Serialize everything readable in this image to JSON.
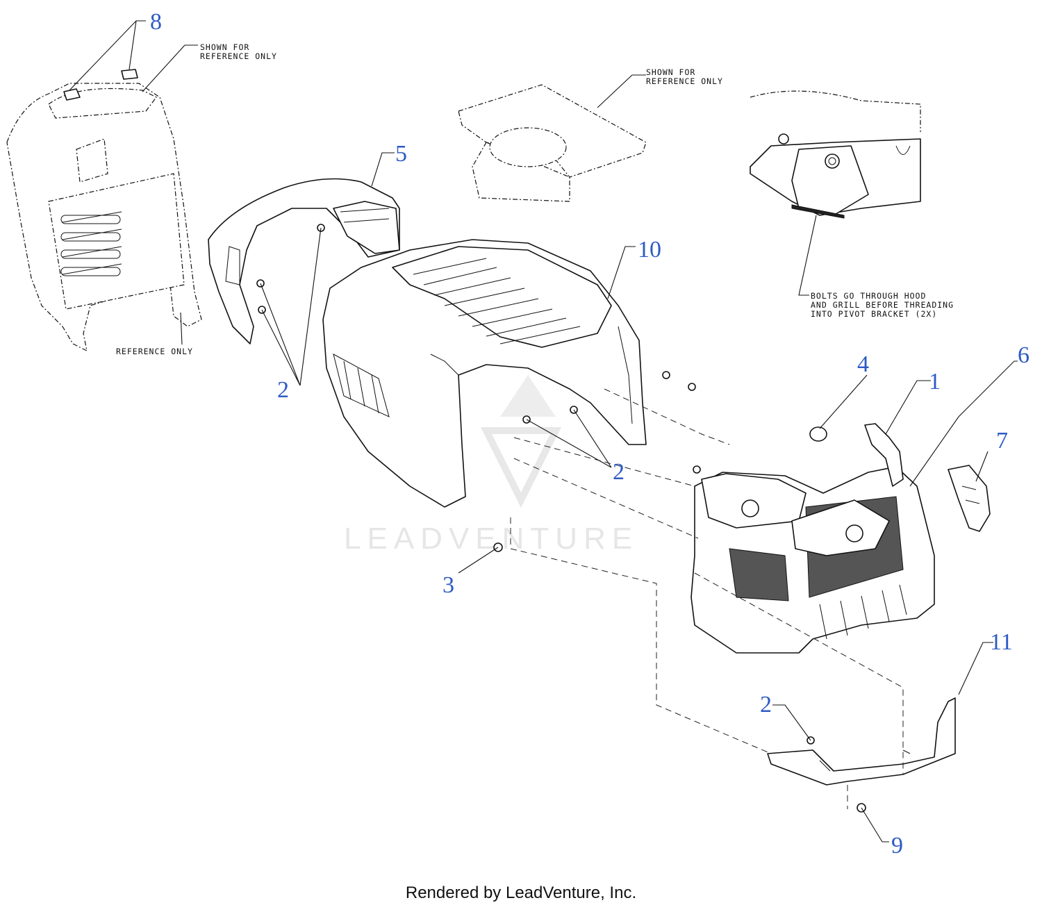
{
  "notes": {
    "dash_left": "SHOWN FOR\nREFERENCE ONLY",
    "seat_pan": "SHOWN FOR\nREFERENCE ONLY",
    "reference_only": "REFERENCE ONLY",
    "bolts": "BOLTS GO THROUGH HOOD\nAND GRILL BEFORE THREADING\nINTO PIVOT BRACKET (2X)"
  },
  "callouts": [
    "8",
    "5",
    "10",
    "2",
    "2",
    "4",
    "1",
    "6",
    "7",
    "3",
    "11",
    "2",
    "9"
  ],
  "watermark": "LEADVENTURE",
  "footer": "Rendered by LeadVenture, Inc.",
  "colors": {
    "callout": "#2d5bc4",
    "line": "#111111",
    "watermark": "#e6e6e6"
  }
}
